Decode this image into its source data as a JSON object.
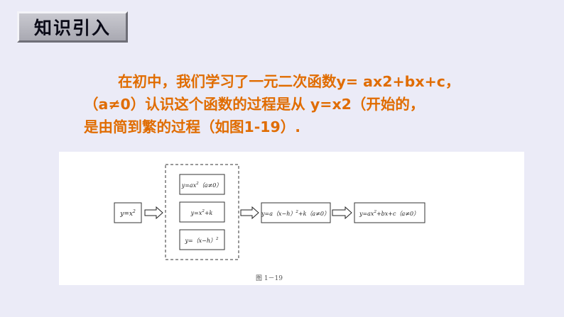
{
  "header": {
    "title": "知识引入"
  },
  "intro": {
    "lines": [
      "在初中，我们学习了一元二次函数y= ax2+bx+c，",
      "（a≠0）认识这个函数的过程是从 y=x2（开始的，",
      "是由简到繁的过程（如图1-19）."
    ]
  },
  "figure": {
    "start": {
      "pre": "y=x",
      "sup": "2"
    },
    "group": {
      "box1": {
        "pre": "y=ax",
        "sup": "2",
        "post": "（a≠0）"
      },
      "box2": {
        "pre": "y=x",
        "sup": "2",
        "post": "+k"
      },
      "box3": {
        "pre": "y=（x−h）",
        "sup": "2",
        "post": ""
      }
    },
    "mid": {
      "pre": "y=a（x−h）",
      "sup": "2",
      "post": "+k（a≠0）"
    },
    "end": {
      "pre": "y=ax",
      "sup": "2",
      "post": "+bx+c（a≠0）"
    },
    "caption": "图 1－19"
  }
}
